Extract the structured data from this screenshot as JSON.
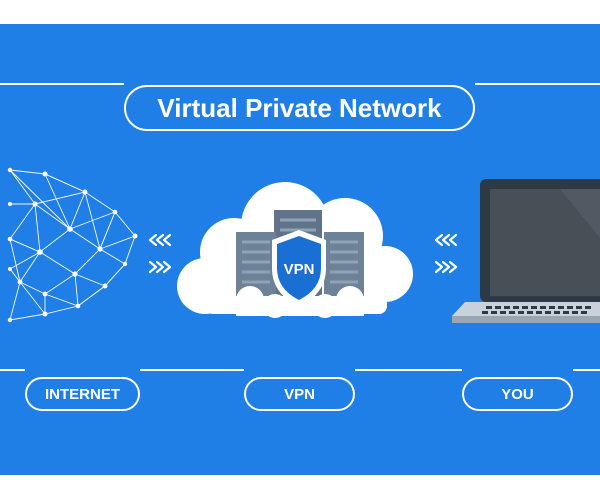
{
  "title": "Virtual Private Network",
  "nodes": {
    "internet": "INTERNET",
    "vpn": "VPN",
    "you": "YOU"
  },
  "shield_text": "VPN",
  "colors": {
    "background": "#1f7fe6",
    "foreground": "#ffffff",
    "shield": "#1a6fd4",
    "server": "#5f7488",
    "laptop_body": "#2d3a45"
  },
  "icons": [
    "network-globe-icon",
    "cloud-icon",
    "server-icon",
    "vpn-shield-icon",
    "laptop-icon",
    "chevron-arrows-icon"
  ]
}
